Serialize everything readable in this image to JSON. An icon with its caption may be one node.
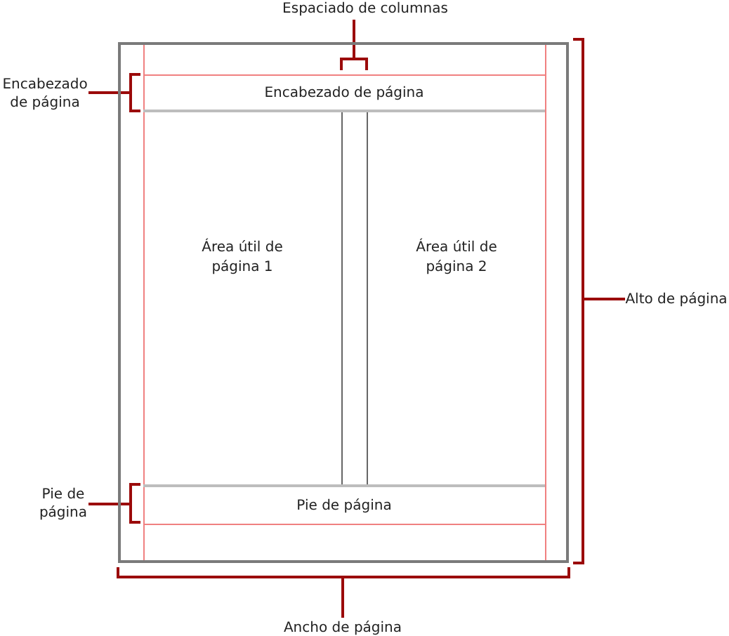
{
  "diagram": {
    "nodes": [
      {
        "text": [],
        "shape": "box"
      },
      {
        "text": [
          "Encabezado de página"
        ],
        "in": 0
      },
      {
        "text": [
          "Área útil de página 1"
        ],
        "in": 0
      },
      {
        "text": [
          "Área útil de página 2"
        ],
        "in": 0
      },
      {
        "text": [
          "Pie de página"
        ],
        "in": 0
      }
    ],
    "edges": [],
    "labels": [
      "Espaciado de columnas",
      "Encabezado de página",
      "Alto de página",
      "Pie de página",
      "Ancho de página"
    ]
  }
}
